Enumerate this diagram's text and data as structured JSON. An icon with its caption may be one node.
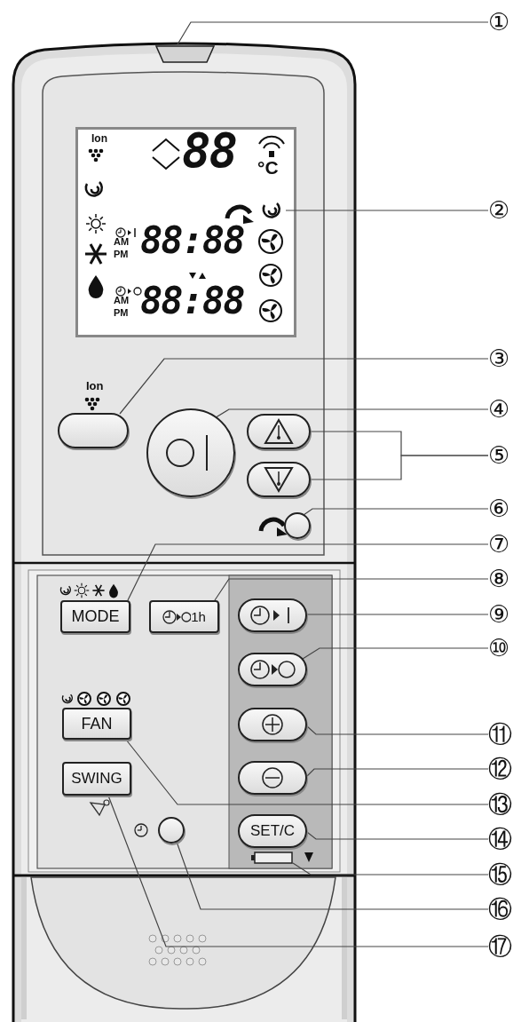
{
  "diagram": {
    "nodes": [
      {
        "text": [
          "①"
        ]
      },
      {
        "text": [
          "②"
        ]
      },
      {
        "text": [
          "③"
        ]
      },
      {
        "text": [
          "④"
        ]
      },
      {
        "text": [
          "⑤"
        ]
      },
      {
        "text": [
          "⑥"
        ]
      },
      {
        "text": [
          "⑦"
        ]
      },
      {
        "text": [
          "⑧"
        ]
      },
      {
        "text": [
          "⑨"
        ]
      },
      {
        "text": [
          "⑩"
        ]
      },
      {
        "text": [
          "⑪"
        ]
      },
      {
        "text": [
          "⑫"
        ]
      },
      {
        "text": [
          "⑬"
        ]
      },
      {
        "text": [
          "⑭"
        ]
      },
      {
        "text": [
          "⑮"
        ]
      },
      {
        "text": [
          "⑯"
        ]
      },
      {
        "text": [
          "⑰"
        ]
      },
      {
        "text": [],
        "shape": "trapezoid"
      },
      {
        "text": [],
        "shape": "icon"
      },
      {
        "text": [],
        "shape": "box"
      },
      {
        "text": [],
        "shape": "circle"
      },
      {
        "text": [],
        "shape": "box"
      },
      {
        "text": [],
        "shape": "box"
      },
      {
        "text": [],
        "shape": "circle"
      },
      {
        "text": [
          "MODE"
        ]
      },
      {
        "text": [
          "1h"
        ]
      },
      {
        "text": [],
        "shape": "box"
      },
      {
        "text": [],
        "shape": "box"
      },
      {
        "text": [],
        "shape": "box"
      },
      {
        "text": [],
        "shape": "box"
      },
      {
        "text": [
          "FAN"
        ]
      },
      {
        "text": [
          "SET/C"
        ]
      },
      {
        "text": [],
        "shape": "battery"
      },
      {
        "text": [],
        "shape": "circle"
      },
      {
        "text": [
          "SWING"
        ]
      }
    ],
    "edges": [
      {
        "from": 0,
        "to": 17,
        "arrow": "none"
      },
      {
        "from": 1,
        "to": 18,
        "arrow": "none"
      },
      {
        "from": 2,
        "to": 19,
        "arrow": "none"
      },
      {
        "from": 3,
        "to": 20,
        "arrow": "none"
      },
      {
        "from": 4,
        "to": 21,
        "arrow": "none"
      },
      {
        "from": 4,
        "to": 22,
        "arrow": "none"
      },
      {
        "from": 5,
        "to": 23,
        "arrow": "none"
      },
      {
        "from": 6,
        "to": 24,
        "arrow": "none"
      },
      {
        "from": 7,
        "to": 25,
        "arrow": "none"
      },
      {
        "from": 8,
        "to": 26,
        "arrow": "none"
      },
      {
        "from": 9,
        "to": 27,
        "arrow": "none"
      },
      {
        "from": 10,
        "to": 28,
        "arrow": "none"
      },
      {
        "from": 11,
        "to": 29,
        "arrow": "none"
      },
      {
        "from": 12,
        "to": 30,
        "arrow": "none"
      },
      {
        "from": 13,
        "to": 31,
        "arrow": "none"
      },
      {
        "from": 14,
        "to": 32,
        "arrow": "none"
      },
      {
        "from": 15,
        "to": 33,
        "arrow": "none"
      },
      {
        "from": 16,
        "to": 34,
        "arrow": "none"
      }
    ],
    "labels": [
      "Ion",
      "88",
      "°C",
      "AM",
      "PM",
      "88:88",
      "AM",
      "PM",
      "88:88",
      "Ion"
    ]
  }
}
